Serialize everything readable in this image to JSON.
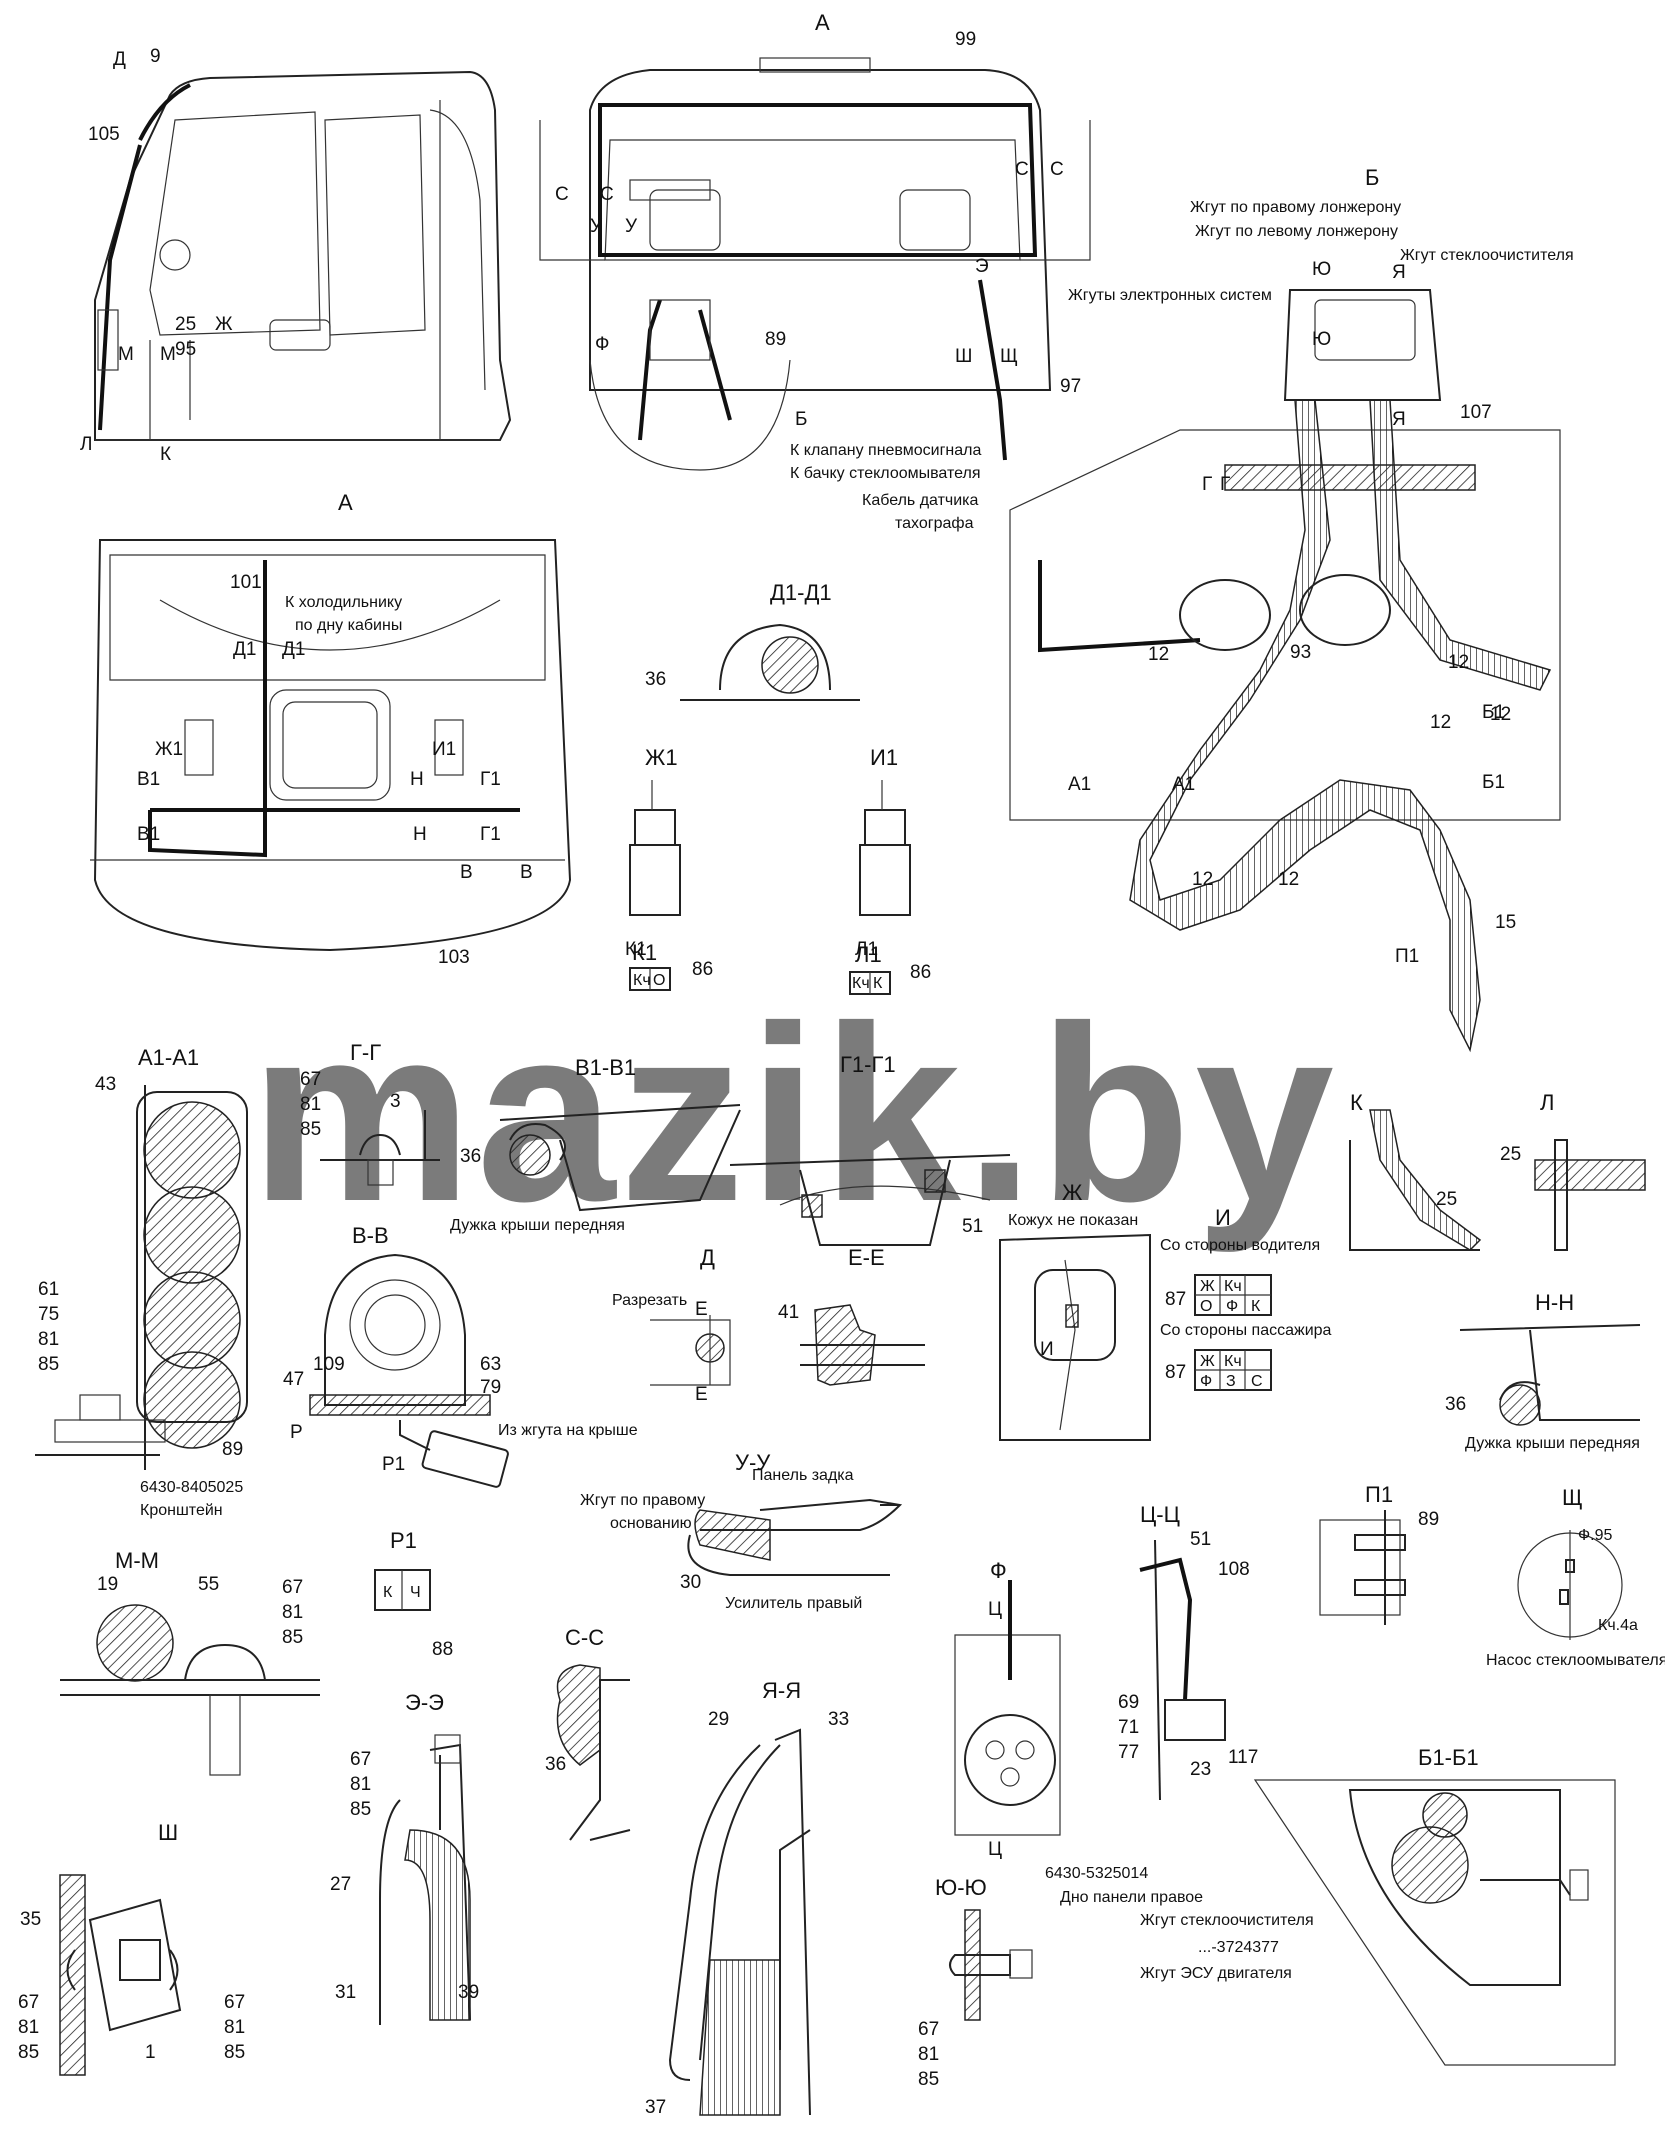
{
  "watermark": "mazik.by",
  "cab_side": {
    "labels": [
      "Д",
      "9",
      "105",
      "25",
      "Ж",
      "95",
      "М",
      "М",
      "Л",
      "К"
    ]
  },
  "cab_rear": {
    "view": "А",
    "labels": [
      "99",
      "С",
      "С",
      "С",
      "С",
      "У",
      "У",
      "Э",
      "Ф",
      "89",
      "Ш",
      "Щ",
      "97",
      "Б"
    ],
    "notes": [
      "К клапану пневмосигнала",
      "К бачку стеклоомывателя",
      "Кабель датчика",
      "тахографа"
    ]
  },
  "view_b": {
    "title": "Б",
    "notes": [
      "Жгут по правому лонжерону",
      "Жгут по левому лонжерону",
      "Жгут стеклоочистителя",
      "Жгуты электронных систем"
    ],
    "labels": [
      "Ю",
      "Ю",
      "Я",
      "Я",
      "107",
      "Г",
      "Г",
      "12",
      "12",
      "12",
      "12",
      "12",
      "12",
      "93",
      "Б1",
      "Б1",
      "А1",
      "А1",
      "15",
      "П1"
    ]
  },
  "view_a": {
    "title": "А",
    "notes": [
      "К холодильнику",
      "по дну кабины"
    ],
    "labels": [
      "101",
      "Д1",
      "Д1",
      "Ж1",
      "И1",
      "В1",
      "В1",
      "Н",
      "Н",
      "Г1",
      "Г1",
      "В",
      "В",
      "103"
    ]
  },
  "sections": {
    "d1": {
      "title": "Д1-Д1",
      "labels": [
        "36"
      ]
    },
    "zh1": {
      "title": "Ж1",
      "labels": [
        "К1"
      ]
    },
    "i1": {
      "title": "И1",
      "labels": [
        "Л1"
      ]
    },
    "k1": {
      "title": "К1",
      "cells": [
        "Кч",
        "О"
      ],
      "labels": [
        "86"
      ]
    },
    "l1": {
      "title": "Л1",
      "cells": [
        "Кч",
        "К"
      ],
      "labels": [
        "86"
      ]
    },
    "a1": {
      "title": "А1-А1",
      "labels": [
        "43",
        "61",
        "75",
        "81",
        "85",
        "89"
      ],
      "notes": [
        "6430-8405025",
        "Кронштейн"
      ]
    },
    "gg": {
      "title": "Г-Г",
      "labels": [
        "67",
        "81",
        "85",
        "3"
      ]
    },
    "v1": {
      "title": "В1-В1",
      "labels": [
        "36"
      ],
      "notes": [
        "Дужка крыши передняя"
      ]
    },
    "g1": {
      "title": "Г1-Г1",
      "labels": [
        "51"
      ]
    },
    "k": {
      "title": "К",
      "labels": [
        "25"
      ]
    },
    "l": {
      "title": "Л",
      "labels": [
        "25"
      ]
    },
    "zh": {
      "title": "Ж",
      "notes": [
        "Кожух не показан"
      ],
      "labels": [
        "И"
      ]
    },
    "d": {
      "title": "Д",
      "notes": [
        "Разрезать"
      ],
      "labels": [
        "Е",
        "Е"
      ]
    },
    "ee": {
      "title": "Е-Е",
      "labels": [
        "41"
      ]
    },
    "vv": {
      "title": "В-В",
      "labels": [
        "109",
        "47",
        "63",
        "79",
        "Р",
        "Р1"
      ],
      "notes": [
        "Из жгута на крыше"
      ]
    },
    "i": {
      "title": "И",
      "notes": [
        "Со стороны водителя",
        "Со стороны пассажира"
      ],
      "driver_cells": [
        "Ж",
        "Кч",
        "О",
        "Ф",
        "К"
      ],
      "pass_cells": [
        "Ж",
        "Кч",
        "Ф",
        "З",
        "С"
      ],
      "labels": [
        "87",
        "87"
      ]
    },
    "nn": {
      "title": "Н-Н",
      "labels": [
        "36"
      ],
      "notes": [
        "Дужка крыши передняя"
      ]
    },
    "uu": {
      "title": "У-У",
      "notes": [
        "Жгут по правому",
        "основанию",
        "Панель задка",
        "Усилитель правый"
      ],
      "labels": [
        "30"
      ]
    },
    "mm": {
      "title": "М-М",
      "labels": [
        "19",
        "55",
        "67",
        "81",
        "85"
      ]
    },
    "p1": {
      "title": "Р1",
      "cells": [
        "К",
        "Ч"
      ],
      "labels": [
        "88"
      ]
    },
    "cc": {
      "title": "С-С",
      "labels": [
        "36"
      ]
    },
    "f": {
      "title": "Ф",
      "labels": [
        "Ц",
        "Ц"
      ],
      "notes": [
        "6430-5325014",
        "Дно панели правое"
      ]
    },
    "tsts": {
      "title": "Ц-Ц",
      "labels": [
        "51",
        "108",
        "69",
        "71",
        "77",
        "23",
        "117"
      ]
    },
    "pp1": {
      "title": "П1",
      "labels": [
        "89"
      ]
    },
    "shch": {
      "title": "Щ",
      "labels": [
        "Ф.95",
        "Кч.4а"
      ],
      "notes": [
        "Насос стеклоомывателя"
      ]
    },
    "ee2": {
      "title": "Э-Э",
      "labels": [
        "67",
        "81",
        "85",
        "27",
        "31",
        "39"
      ]
    },
    "yaya": {
      "title": "Я-Я",
      "labels": [
        "29",
        "33",
        "37"
      ]
    },
    "sh": {
      "title": "Ш",
      "labels": [
        "35",
        "67",
        "81",
        "85",
        "67",
        "81",
        "85",
        "1"
      ]
    },
    "yuyu": {
      "title": "Ю-Ю",
      "labels": [
        "67",
        "81",
        "85"
      ]
    },
    "b1": {
      "title": "Б1-Б1",
      "notes": [
        "Жгут стеклоочистителя",
        "...-3724377",
        "Жгут ЭСУ двигателя"
      ]
    }
  }
}
